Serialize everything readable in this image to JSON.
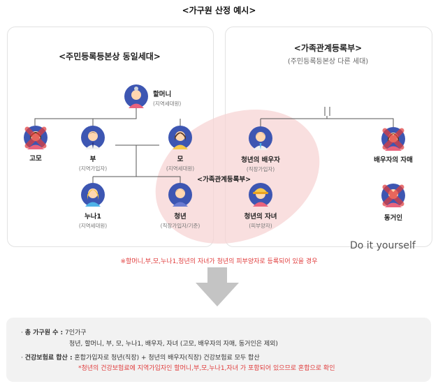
{
  "title": "<가구원 산정 예시>",
  "left_panel": {
    "title": "<주민등록등본상 동일세대>"
  },
  "right_panel": {
    "title": "<가족관계등록부>",
    "subtitle": "(주민등록등본상 다른 세대)"
  },
  "people": {
    "grandmother": {
      "name": "할머니",
      "sub": "(지역세대원)",
      "icon": "grandmother-icon"
    },
    "aunt": {
      "name": "고모",
      "icon": "aunt-icon",
      "excluded": true
    },
    "father": {
      "name": "부",
      "sub": "(지역가입자)",
      "icon": "father-icon"
    },
    "mother": {
      "name": "모",
      "sub": "(지역세대원)",
      "icon": "mother-icon"
    },
    "sister": {
      "name": "누나1",
      "sub": "(지역세대원)",
      "icon": "sister-icon"
    },
    "youth": {
      "name": "청년",
      "sub": "(직장가입자/기준)",
      "icon": "youth-icon"
    },
    "spouse": {
      "name": "청년의 배우자",
      "sub": "(직장가입자)",
      "icon": "spouse-icon"
    },
    "child": {
      "name": "청년의 자녀",
      "sub": "(피부양자)",
      "icon": "child-icon"
    },
    "spouse_sibling": {
      "name": "배우자의 자매",
      "icon": "woman-icon",
      "excluded": true
    },
    "cohabitant": {
      "name": "동거인",
      "icon": "person-icon",
      "excluded": true
    }
  },
  "overlay_label": "<가족관계등록부>",
  "watermark": "Do it yourself",
  "note": "※할머니,부,모,누나1,청년의 자녀가 청년의 피부양자로 등록되어 있을 경우",
  "summary": {
    "item1_label": "총 가구원 수 :",
    "item1_value": "7인가구",
    "item1_detail": "청년, 할머니, 부, 모, 누나1, 배우자, 자녀 (고모, 배우자의 자매, 동거인은 제외)",
    "item2_label": "건강보험료 합산 :",
    "item2_value": "혼합가입자로 청년(직장) + 청년의 배우자(직장) 건강보험료 모두 합산",
    "item2_note": "*청년의 건강보험료에 지역가입자인 할머니,부,모,누나1,자녀 가 포함되어 있으므로 혼합으로 확인"
  },
  "colors": {
    "icon_bg": "#3d56b2",
    "highlight": "#f7d2d2",
    "red": "#e03c3c",
    "summary_bg": "#f2f2f2"
  }
}
